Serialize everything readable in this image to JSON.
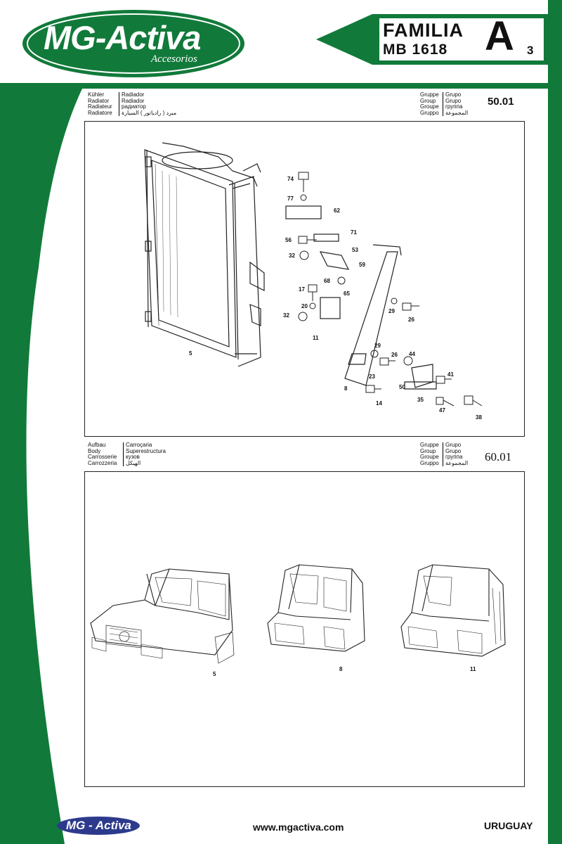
{
  "header": {
    "logo_text": "MG-Activa",
    "logo_sub": "Accesorios",
    "familia_label": "FAMILIA",
    "model": "MB 1618",
    "letter": "A",
    "number": "3"
  },
  "colors": {
    "brand_green": "#117a3a",
    "frame": "#222222"
  },
  "section1": {
    "names_left": [
      "Kühler",
      "Radiator",
      "Radiateur",
      "Radiatore"
    ],
    "names_right": [
      "Radiador",
      "Radiador",
      "радиатор",
      "مبرد ( رادياتور ) السيارة"
    ],
    "group_left": [
      "Gruppe",
      "Group",
      "Groupe",
      "Gruppo"
    ],
    "group_right": [
      "Grupo",
      "Grupo",
      "группа",
      "المجموعة"
    ],
    "group_code": "50.01",
    "callouts": [
      "74",
      "77",
      "62",
      "71",
      "56",
      "53",
      "32",
      "59",
      "68",
      "17",
      "65",
      "20",
      "29",
      "26",
      "32",
      "11",
      "29",
      "26",
      "44",
      "41",
      "23",
      "50",
      "8",
      "35",
      "14",
      "47",
      "38",
      "5"
    ]
  },
  "section2": {
    "names_left": [
      "Aufbau",
      "Body",
      "Carrosserie",
      "Carrozzeria"
    ],
    "names_right": [
      "Carroçaria",
      "Superestructura",
      "кузов",
      "الهيكل"
    ],
    "group_left": [
      "Gruppe",
      "Group",
      "Groupe",
      "Gruppo"
    ],
    "group_right": [
      "Grupo",
      "Grupo",
      "группа",
      "المجموعة"
    ],
    "group_code": "60.01",
    "callouts": [
      "5",
      "8",
      "11"
    ]
  },
  "footer": {
    "logo_text": "MG - Activa",
    "url": "www.mgactiva.com",
    "country": "URUGUAY"
  }
}
